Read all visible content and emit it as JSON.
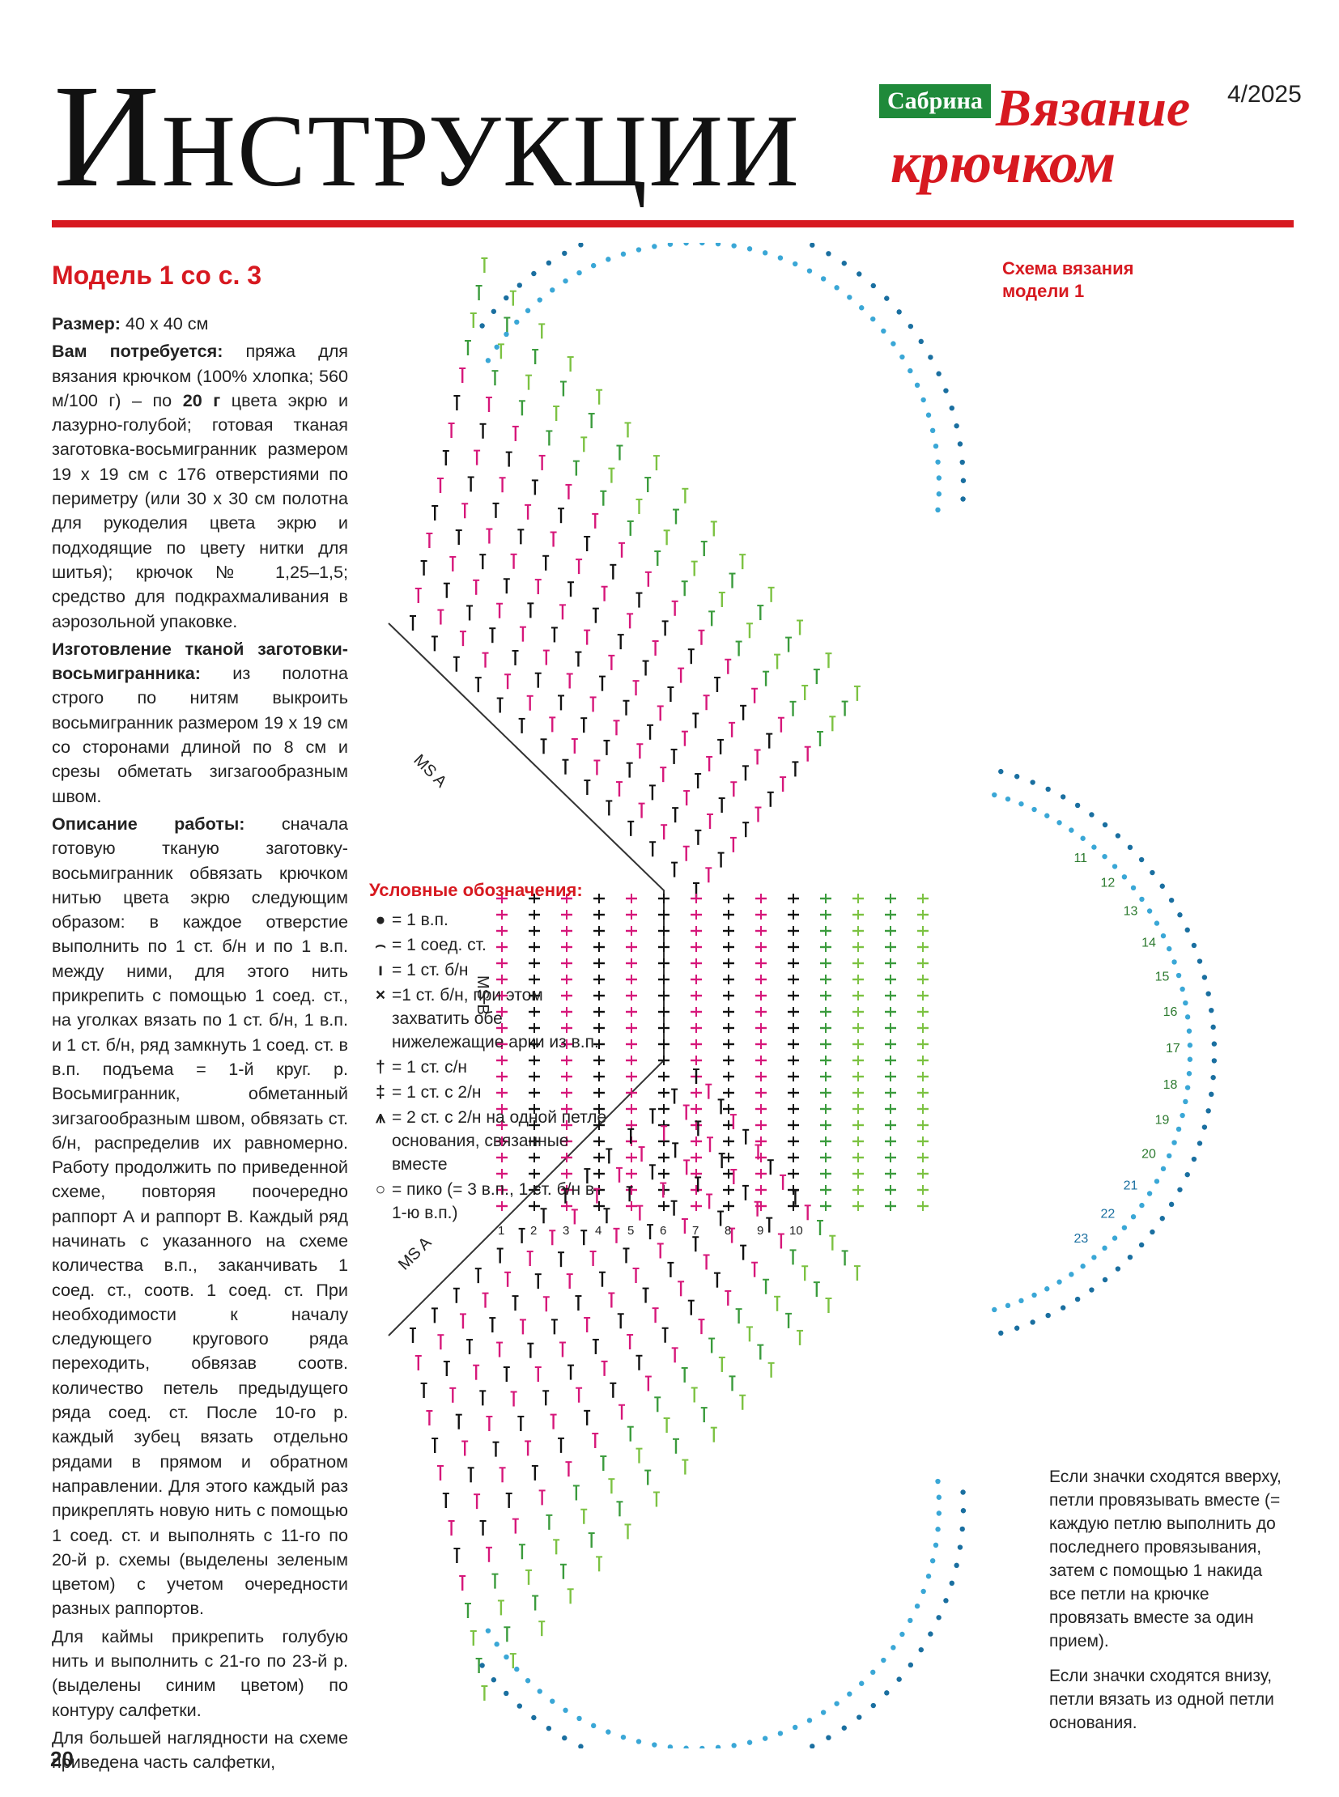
{
  "header": {
    "title": "Инструкции",
    "brand_box": "Сабрина",
    "brand_line1": "Вязание",
    "brand_line2": "крючком",
    "issue": "4/2025"
  },
  "model_title": "Модель 1 со с. 3",
  "article": {
    "p1_label": "Размер:",
    "p1_text": " 40 х 40 см",
    "p2_label": "Вам потребуется:",
    "p2_text": " пряжа для вязания крючком (100% хлопка; 560 м/100 г) – по ",
    "p2_bold": "20 г",
    "p2_text2": " цвета экрю и лазурно-голубой; готовая тканая заготовка-восьмигранник размером 19 х 19 см с 176 отверстиями по периметру (или 30 х 30 см полотна для рукоделия цвета экрю и подходящие по цвету нитки для шитья); крючок № 1,25–1,5; средство для подкрахмаливания в аэрозольной упаковке.",
    "p3_label": "Изготовление тканой заготовки-восьмигранника:",
    "p3_text": " из полотна строго по нитям выкроить восьмигранник размером 19 х 19 см со сторонами длиной по 8 см и срезы обметать зигзагообразным швом.",
    "p4_label": "Описание работы:",
    "p4_text": " сначала готовую тканую заготовку-восьмигранник обвязать крючком нитью цвета экрю следующим образом: в каждое отверстие выполнить по 1 ст. б/н и по 1 в.п. между ними, для этого нить прикрепить с помощью 1 соед. ст., на уголках вязать по 1 ст. б/н, 1 в.п. и 1 ст. б/н, ряд замкнуть 1 соед. ст. в в.п. подъема = 1-й круг. р. Восьмигранник, обметанный зигзагообразным швом, обвязать ст. б/н, распределив их равномерно. Работу продолжить по приведенной схеме, повторяя поочередно раппорт А и раппорт В. Каждый ряд начинать с указанного на схеме количества в.п., заканчивать 1 соед. ст., соотв. 1 соед. ст. При необходимости к началу следующего кругового ряда переходить, обвязав соотв. количество петель предыдущего ряда соед. ст. После 10-го р. каждый зубец вязать отдельно рядами в прямом и обратном направлении. Для этого каждый раз прикреплять новую нить с помощью 1 соед. ст. и выполнять с 11-го по 20-й р. схемы (выделены зеленым цветом) с учетом очередности разных раппортов.",
    "p5_text": "Для каймы прикрепить голубую нить и выполнить с 21-го по 23-й р. (выделены синим цветом) по контуру салфетки.",
    "p6_text": "Для большей наглядности на схеме приведена часть салфетки,"
  },
  "page_number": "20",
  "chart_label": {
    "line1": "Схема вязания",
    "line2": "модели 1"
  },
  "legend": {
    "title": "Условные обозначения:",
    "items": [
      {
        "sym": "●",
        "text": "= 1 в.п."
      },
      {
        "sym": "⌢",
        "text": "= 1 соед. ст."
      },
      {
        "sym": "ı",
        "text": "= 1 ст. б/н"
      },
      {
        "sym": "×",
        "text": "=1 ст. б/н, при этом захватить обе нижележащие арки из в.п."
      },
      {
        "sym": "†",
        "text": "= 1 ст. с/н"
      },
      {
        "sym": "‡",
        "text": "= 1 ст. с 2/н"
      },
      {
        "sym": "⩚",
        "text": "= 2 ст. с 2/н на одной петле основания, связанные вместе"
      },
      {
        "sym": "○",
        "text": "= пико (= 3 в.п., 1 ст. б/н в 1-ю в.п.)"
      }
    ]
  },
  "diagram": {
    "labels": [
      "MS A",
      "MS B",
      "MS A"
    ],
    "row_numbers": [
      "11",
      "12",
      "13",
      "14",
      "15",
      "16",
      "17",
      "18",
      "19",
      "20",
      "21",
      "22",
      "23"
    ],
    "inner_numbers": [
      "1",
      "2",
      "3",
      "4",
      "5",
      "6",
      "7",
      "8",
      "9",
      "10"
    ],
    "colors": {
      "pink": "#d6177a",
      "black": "#111111",
      "green": "#3a9b3c",
      "lightgreen": "#7cc242",
      "blue": "#1a6fa0",
      "cyan": "#3aa7d6"
    }
  },
  "note": {
    "p1": "Если значки сходятся вверху, петли провязывать вместе (= каждую петлю выполнить до последнего провязывания, затем с помощью 1 накида все петли на крючке провязать вместе за один прием).",
    "p2": "Если значки сходятся внизу, петли вязать из одной петли основания."
  }
}
